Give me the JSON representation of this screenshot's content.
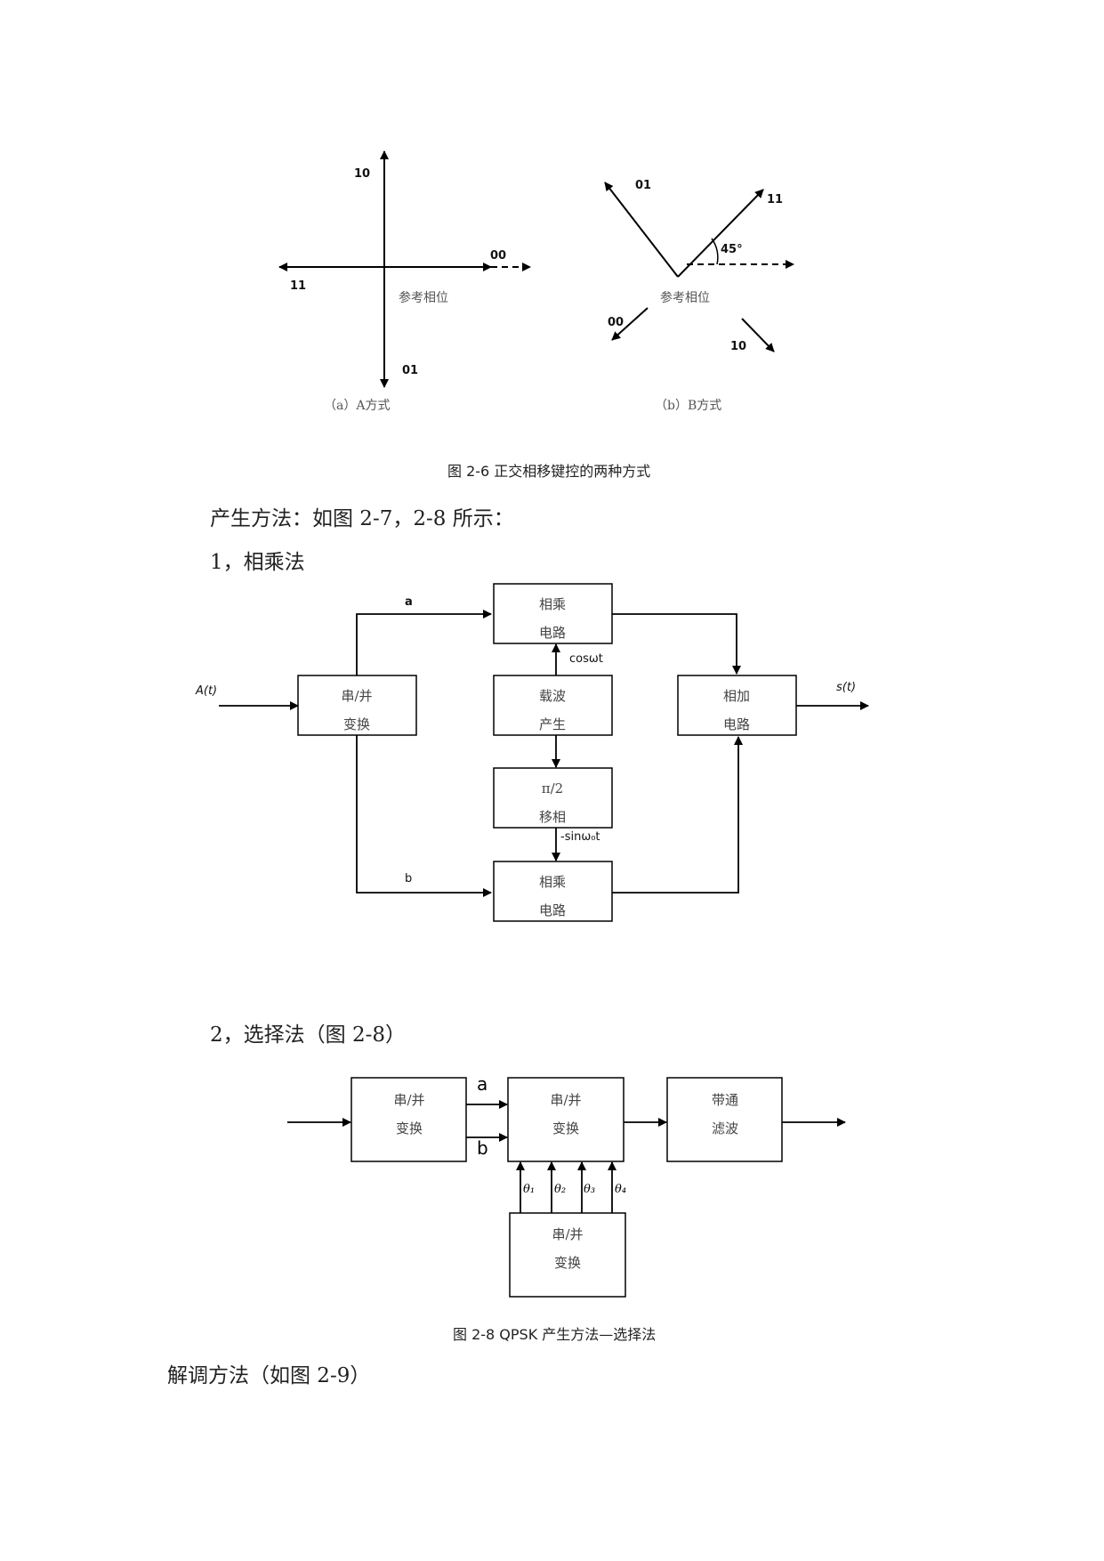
{
  "fig26": {
    "a": {
      "label_up": "10",
      "label_right": "00",
      "label_left": "11",
      "label_down": "01",
      "ref": "参考相位",
      "caption": "（a）A方式"
    },
    "b": {
      "label_ul": "01",
      "label_ur": "11",
      "angle": "45°",
      "label_dl": "00",
      "label_dr": "10",
      "ref": "参考相位",
      "caption": "（b）B方式"
    },
    "caption": "图 2-6  正交相移键控的两种方式"
  },
  "para_generation": "产生方法：如图 2-7，2-8 所示：",
  "heading_method1": "1，相乘法",
  "fig27": {
    "input": "A(t)",
    "output": "s(t)",
    "sig_a": "a",
    "sig_b": "b",
    "cos": "cosωt",
    "sin": "-sinω₀t",
    "sp_box": [
      "串/并",
      "变换"
    ],
    "mult_top": [
      "相乘",
      "电路"
    ],
    "carrier": [
      "载波",
      "产生"
    ],
    "shift": [
      "π/2",
      "移相"
    ],
    "mult_bot": [
      "相乘",
      "电路"
    ],
    "adder": [
      "相加",
      "电路"
    ]
  },
  "heading_method2": "2，选择法（图 2-8）",
  "fig28": {
    "sig_a": "a",
    "sig_b": "b",
    "box1": [
      "串/并",
      "变换"
    ],
    "box2": [
      "串/并",
      "变换"
    ],
    "box3": [
      "带通",
      "滤波"
    ],
    "box4": [
      "串/并",
      "变换"
    ],
    "thetas": [
      "θ₁",
      "θ₂",
      "θ₃",
      "θ₄"
    ],
    "caption": "图 2-8  QPSK 产生方法—选择法"
  },
  "para_demod": "解调方法（如图 2-9）"
}
